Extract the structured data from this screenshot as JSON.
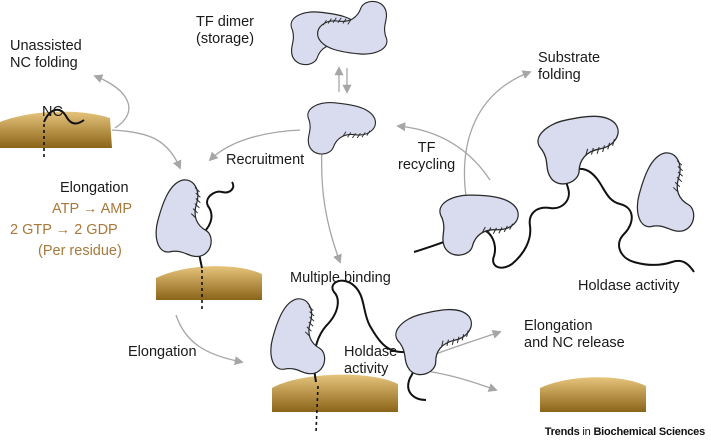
{
  "labels": {
    "tf_dimer": "TF dimer",
    "storage": "(storage)",
    "unassisted": "Unassisted",
    "nc_folding": "NC folding",
    "nc": "NC",
    "recruitment": "Recruitment",
    "elongation_top": "Elongation",
    "atp_amp": "ATP → AMP",
    "gtp_gdp": "2 GTP → 2 GDP",
    "per_residue": "(Per residue)",
    "substrate": "Substrate",
    "folding": "folding",
    "tf": "TF",
    "recycling": "recycling",
    "multiple_binding": "Multiple binding",
    "elongation_left": "Elongation",
    "holdase": "Holdase",
    "activity": "activity",
    "holdase_activity": "Holdase activity",
    "elongation_release_1": "Elongation",
    "elongation_release_2": "and NC release",
    "credit_bold_1": "Trends",
    "credit_light": " in ",
    "credit_bold_2": "Biochemical Sciences"
  },
  "colors": {
    "tf_fill": "#d8dcee",
    "tf_stroke": "#2a2a2a",
    "ribosome_light": "#e6c47c",
    "ribosome_dark": "#8a6418",
    "arrow": "#a6a6a6",
    "energy_text": "#a7793a"
  }
}
